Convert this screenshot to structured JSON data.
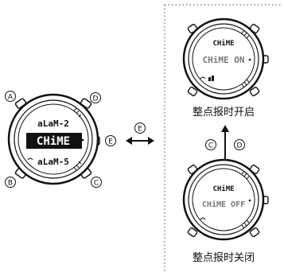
{
  "left_watch": {
    "line_top": "aLaM-2",
    "line_mid": "CHiME",
    "line_bottom": "aLaM-5",
    "buttons": {
      "a": "A",
      "b": "B",
      "c": "C",
      "d": "D",
      "e": "E"
    }
  },
  "transition": {
    "button": "E"
  },
  "top_watch": {
    "label": "CHiME",
    "value": "CHiME ON",
    "caption": "整点报时开启"
  },
  "vertical_toggle": {
    "up_button": "C",
    "down_button": "D"
  },
  "bottom_watch": {
    "label": "CHiME",
    "value": "CHiME OFF",
    "caption": "整点报时关闭"
  },
  "colors": {
    "line": "#111111",
    "lcd_text": "#111111",
    "lcd_inverse_bg": "#111111",
    "lcd_inverse_text": "#ffffff",
    "frame_dots": "#444444"
  }
}
